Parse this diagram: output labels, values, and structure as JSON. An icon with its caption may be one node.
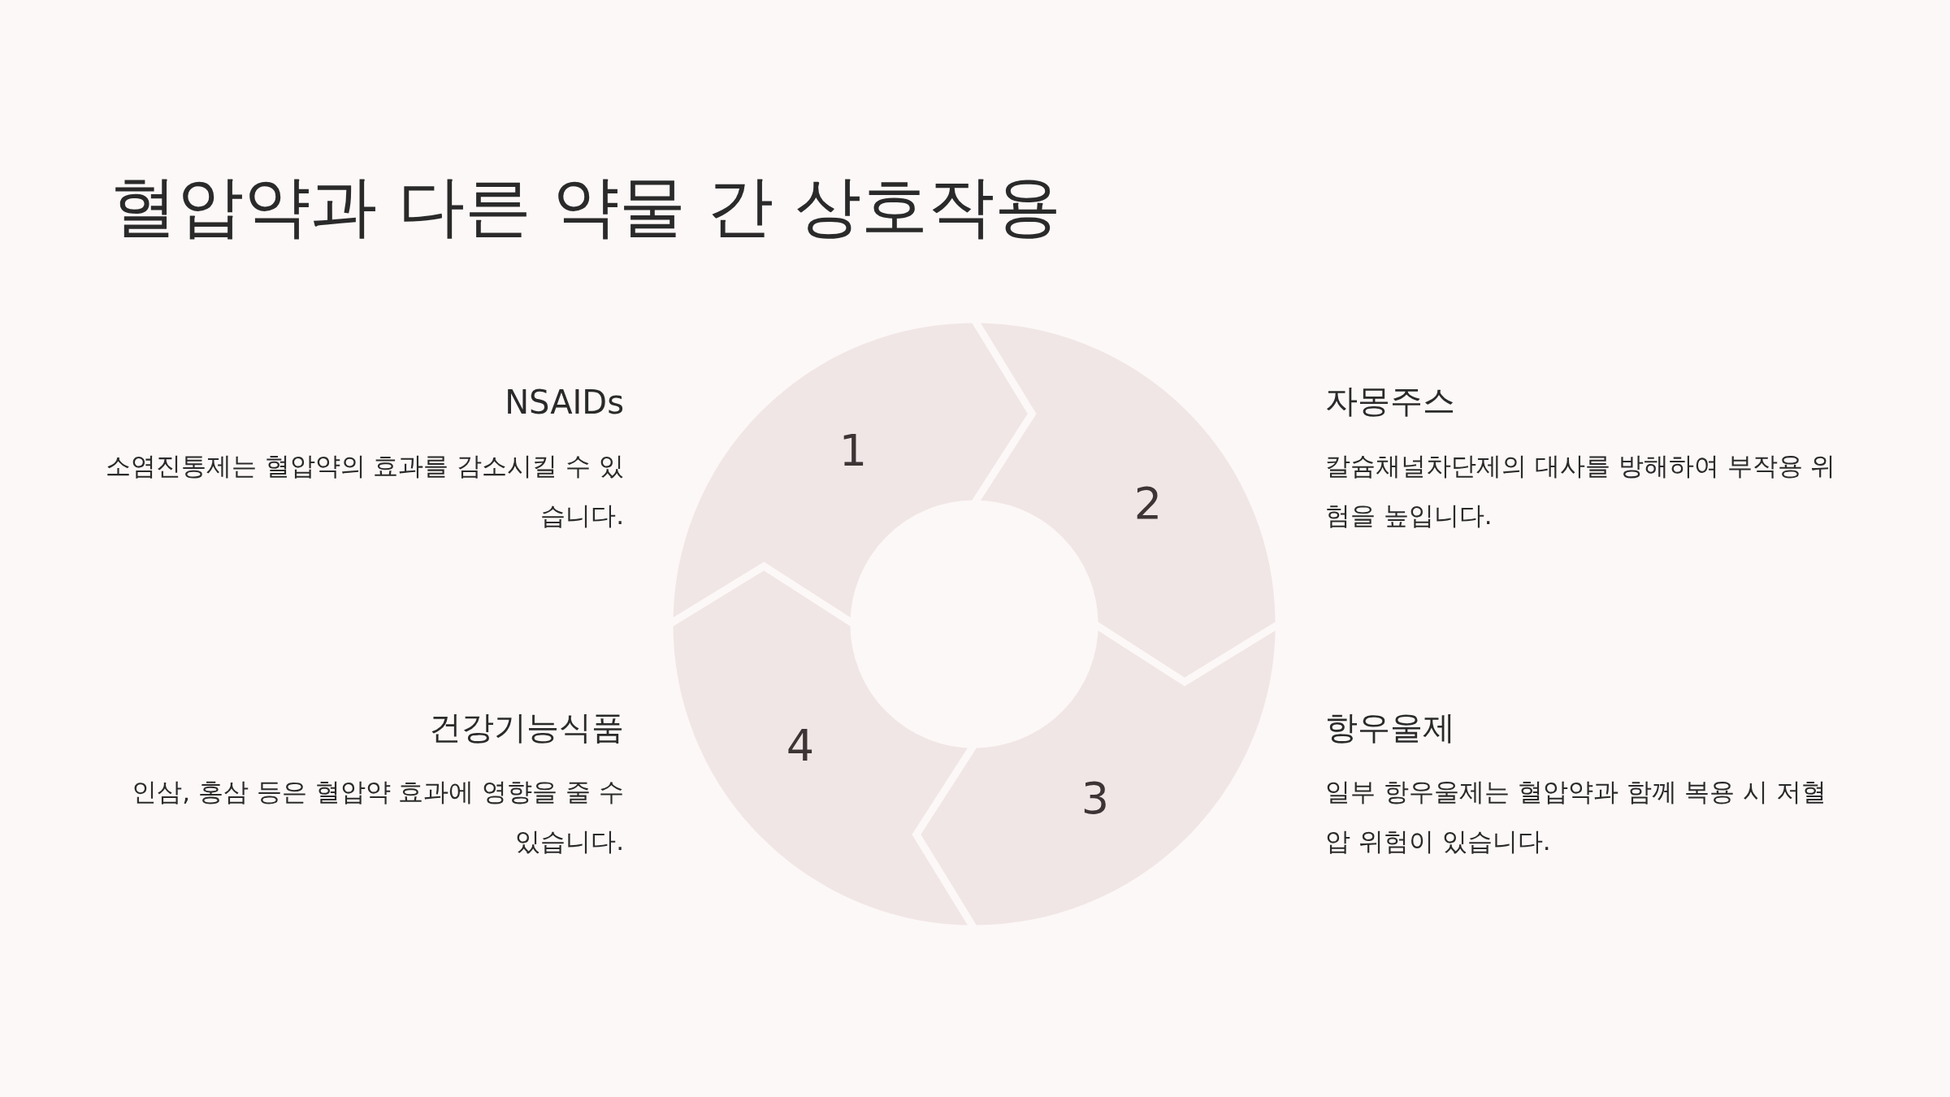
{
  "diagram": {
    "title": "혈압약과 다른 약물 간 상호작용",
    "nodes": [
      {
        "text": [
          "1"
        ]
      },
      {
        "text": [
          "2"
        ]
      },
      {
        "text": [
          "3"
        ]
      },
      {
        "text": [
          "4"
        ]
      }
    ],
    "labels": [
      "NSAIDs",
      "소염진통제는 혈압약의 효과를 감소시킬 수 있습니다.",
      "자몽주스",
      "칼슘채널차단제의 대사를 방해하여 부작용 위험을 높입니다.",
      "건강기능식품",
      "인삼, 홍삼 등은 혈압약 효과에 영향을 줄 수 있습니다.",
      "항우울제",
      "일부 항우울제는 혈압약과 함께 복용 시 저혈압 위험이 있습니다."
    ]
  }
}
